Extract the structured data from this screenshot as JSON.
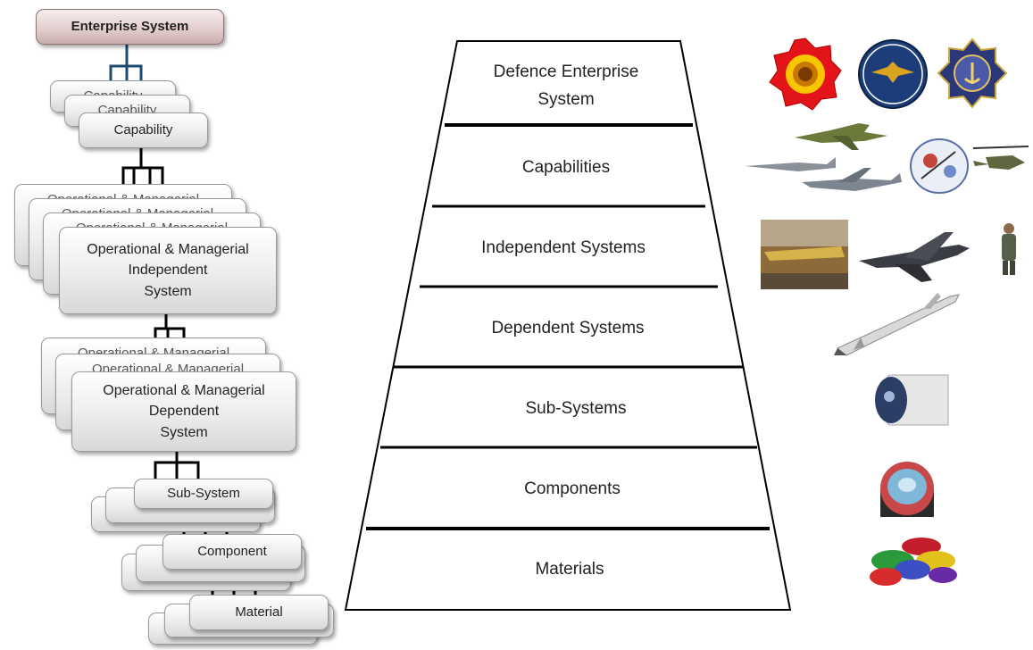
{
  "hierarchy": {
    "enterprise": "Enterprise System",
    "capability_ghost": "Capability",
    "capability": "Capability",
    "independent_ghost": "Operational & Managerial",
    "independent": "Operational & Managerial\nIndependent\nSystem",
    "dependent_ghost": "Operational & Managerial",
    "dependent": "Operational & Managerial\nDependent\nSystem",
    "subsystem": "Sub-System",
    "component": "Component",
    "material": "Material"
  },
  "pyramid": {
    "tiers": [
      {
        "line1": "Defence Enterprise",
        "line2": "System"
      },
      {
        "line1": "Capabilities"
      },
      {
        "line1": "Independent Systems"
      },
      {
        "line1": "Dependent Systems"
      },
      {
        "line1": "Sub-Systems"
      },
      {
        "line1": "Components"
      },
      {
        "line1": "Materials"
      }
    ]
  },
  "images": {
    "row1": [
      "army-emblem",
      "air-force-emblem",
      "navy-emblem"
    ],
    "row2": [
      "fighter-jet",
      "transport-aircraft",
      "attack-helicopter",
      "maintenance-cartoon"
    ],
    "row3": [
      "hangar-photo",
      "gripen-jet",
      "pilot-figure"
    ],
    "row4": [
      "missile"
    ],
    "row5": [
      "seeker-head"
    ],
    "row6": [
      "sensor-component"
    ],
    "row7": [
      "plastic-granules"
    ],
    "colors": {
      "army": "#e2141a",
      "army_accent": "#f7c600",
      "air_force": "#1d3d7a",
      "navy": "#2a3778"
    }
  }
}
